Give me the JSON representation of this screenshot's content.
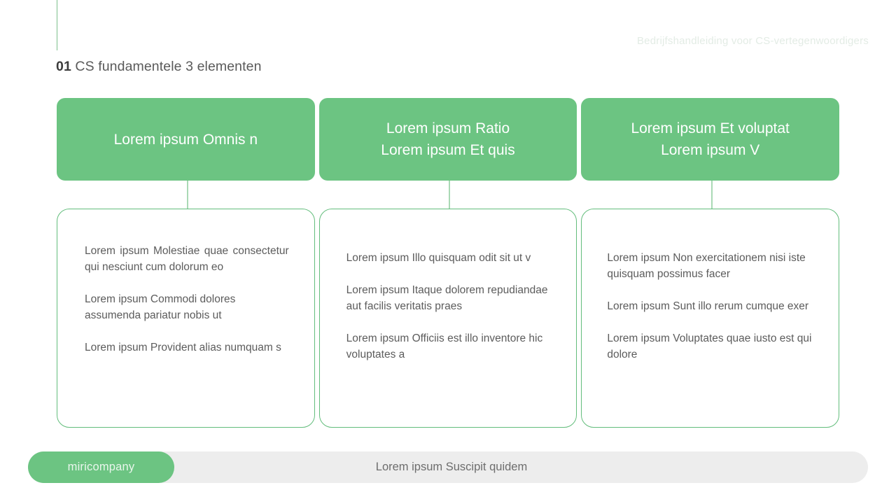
{
  "header": {
    "doc_label": "Bedrijfshandleiding voor CS-vertegenwoordigers",
    "title_number": "01",
    "title_text": " CS fundamentele 3 elementen"
  },
  "columns": [
    {
      "head": "Lorem ipsum Omnis n",
      "paragraphs": [
        "Lorem ipsum Molestiae quae consectetur qui nesciunt cum dolorum eo",
        "Lorem ipsum Commodi dolores assumenda pariatur nobis ut",
        "Lorem ipsum Provident alias numquam s"
      ]
    },
    {
      "head": "Lorem ipsum Ratio\nLorem ipsum Et quis",
      "paragraphs": [
        "Lorem ipsum Illo quisquam odit sit ut v",
        "Lorem ipsum Itaque dolorem repudiandae aut facilis veritatis praes",
        "Lorem ipsum Officiis est illo inventore hic voluptates a"
      ]
    },
    {
      "head": "Lorem ipsum Et voluptat\nLorem ipsum V",
      "paragraphs": [
        "Lorem ipsum Non exercitationem nisi iste quisquam possimus facer",
        "Lorem ipsum Sunt illo rerum cumque exer",
        "Lorem ipsum Voluptates quae iusto est qui dolore"
      ]
    }
  ],
  "footer": {
    "brand": "miricompany",
    "caption": "Lorem ipsum Suscipit quidem"
  },
  "colors": {
    "green": "#6cc482",
    "green_border": "#63bd7c",
    "connector": "#a9d9b5",
    "footer_bar": "#ededed",
    "body_text": "#5c5c5c"
  }
}
